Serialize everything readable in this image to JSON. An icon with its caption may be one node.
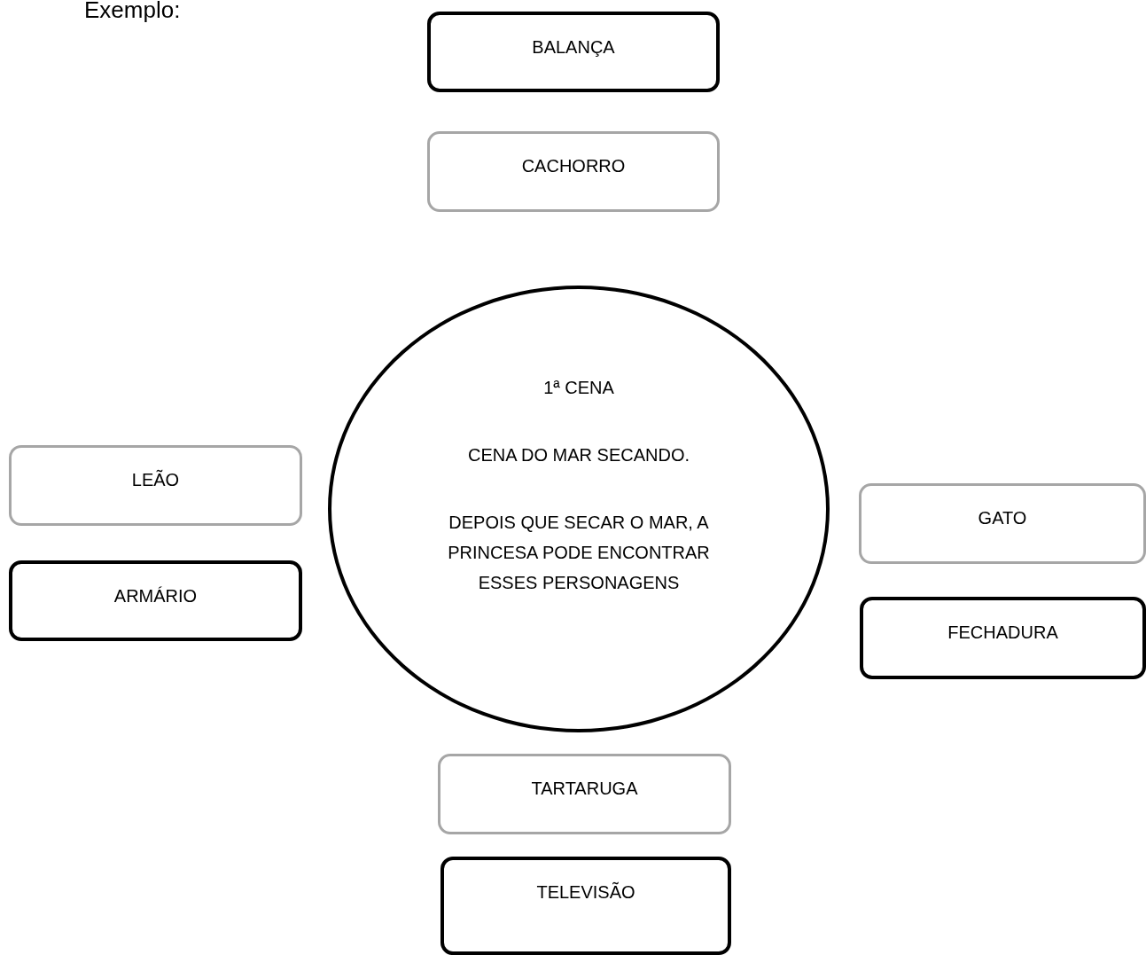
{
  "diagram": {
    "nodes": [
      {
        "text": [
          "BALANÇA"
        ]
      },
      {
        "text": [
          "CACHORRO"
        ]
      },
      {
        "text": [
          "1ª CENA",
          "CENA DO MAR SECANDO.",
          "DEPOIS QUE SECAR O MAR, A PRINCESA PODE ENCONTRAR ESSES PERSONAGENS"
        ]
      },
      {
        "text": [
          "LEÃO"
        ]
      },
      {
        "text": [
          "GATO"
        ]
      },
      {
        "text": [
          "ARMÁRIO"
        ]
      },
      {
        "text": [
          "FECHADURA"
        ]
      },
      {
        "text": [
          "TARTARUGA"
        ]
      },
      {
        "text": [
          "TELEVISÃO"
        ]
      }
    ],
    "labels": [
      "Exemplo:"
    ]
  }
}
